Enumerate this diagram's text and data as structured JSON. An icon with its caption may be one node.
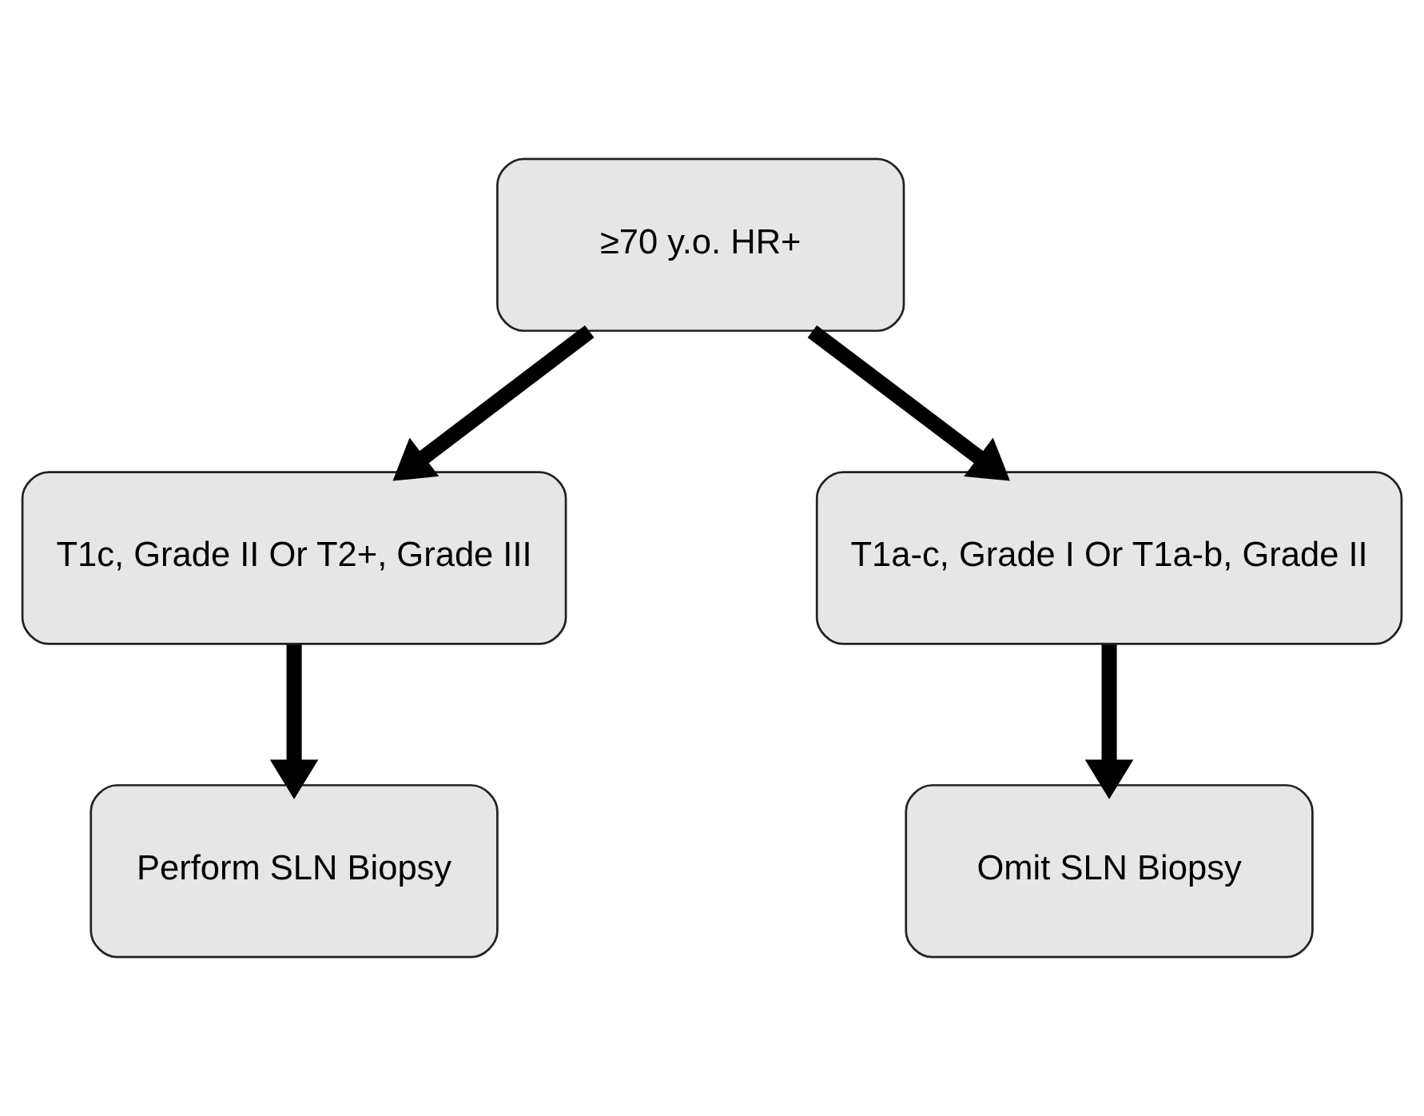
{
  "diagram": {
    "nodes": [
      {
        "text": [
          "≥70 y.o. HR+"
        ]
      },
      {
        "text": [
          "T1c, Grade II Or T2+, Grade III"
        ]
      },
      {
        "text": [
          "T1a-c, Grade I Or T1a-b, Grade II"
        ]
      },
      {
        "text": [
          "Perform SLN Biopsy"
        ]
      },
      {
        "text": [
          "Omit SLN Biopsy"
        ]
      }
    ],
    "edges": [
      {
        "from": 0,
        "to": 1,
        "arrow": "to"
      },
      {
        "from": 0,
        "to": 2,
        "arrow": "to"
      },
      {
        "from": 1,
        "to": 3,
        "arrow": "to"
      },
      {
        "from": 2,
        "to": 4,
        "arrow": "to"
      }
    ]
  }
}
